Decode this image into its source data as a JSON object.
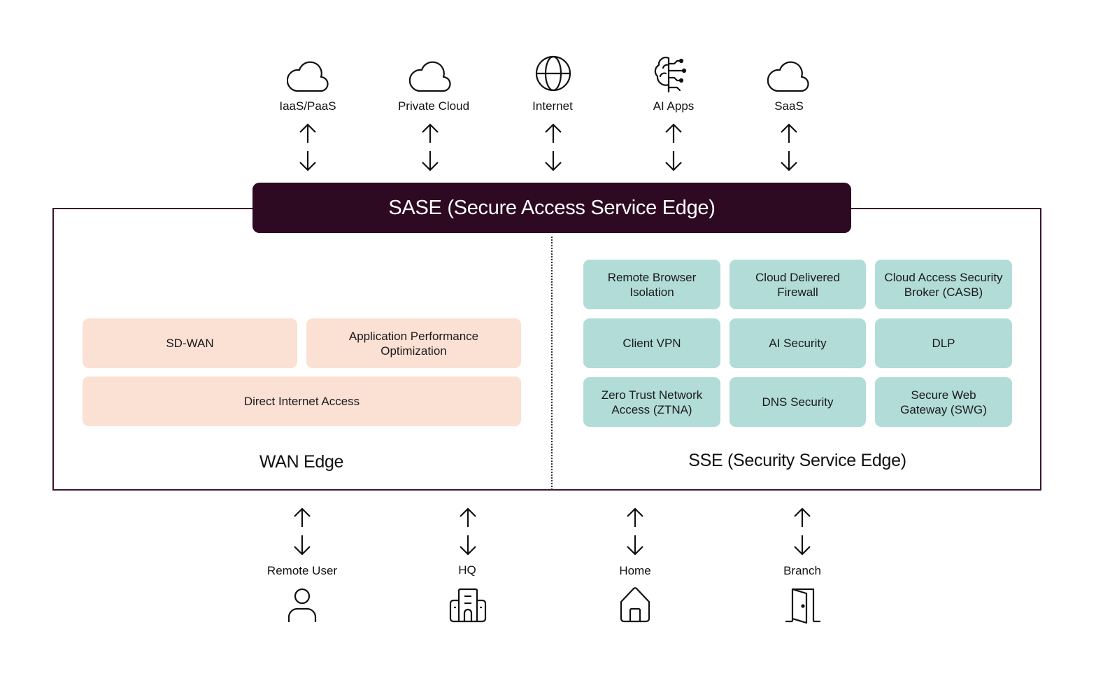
{
  "top_destinations": [
    {
      "label": "IaaS/PaaS",
      "icon": "cloud-icon"
    },
    {
      "label": "Private Cloud",
      "icon": "cloud-icon"
    },
    {
      "label": "Internet",
      "icon": "globe-icon"
    },
    {
      "label": "AI Apps",
      "icon": "ai-brain-icon"
    },
    {
      "label": "SaaS",
      "icon": "cloud-icon"
    }
  ],
  "sase": {
    "title": "SASE (Secure Access Service Edge)"
  },
  "wan_edge": {
    "title": "WAN Edge",
    "items": [
      "SD-WAN",
      "Application Performance\nOptimization",
      "Direct Internet Access"
    ]
  },
  "sse": {
    "title": "SSE (Security Service Edge)",
    "items": [
      "Remote Browser\nIsolation",
      "Cloud Delivered\nFirewall",
      "Cloud Access Security\nBroker (CASB)",
      "Client VPN",
      "AI Security",
      "DLP",
      "Zero Trust Network\nAccess (ZTNA)",
      "DNS Security",
      "Secure Web\nGateway (SWG)"
    ]
  },
  "bottom_sources": [
    {
      "label": "Remote User",
      "icon": "user-icon"
    },
    {
      "label": "HQ",
      "icon": "office-building-icon"
    },
    {
      "label": "Home",
      "icon": "home-icon"
    },
    {
      "label": "Branch",
      "icon": "door-icon"
    }
  ],
  "colors": {
    "sase_bar": "#2d0a22",
    "frame": "#3a1530",
    "wan_box": "#fbe0d4",
    "sse_box": "#b2dcd7"
  }
}
